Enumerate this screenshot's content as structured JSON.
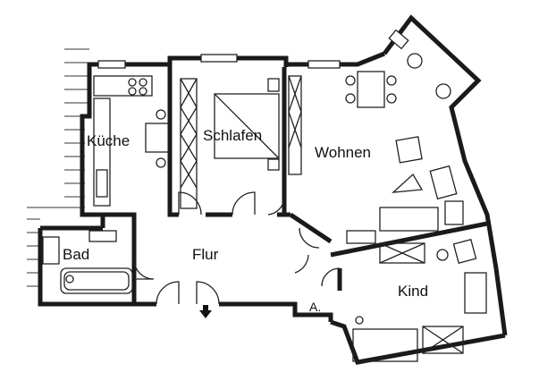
{
  "rooms": {
    "kueche": "Küche",
    "schlafen": "Schlafen",
    "wohnen": "Wohnen",
    "bad": "Bad",
    "flur": "Flur",
    "kind": "Kind",
    "abstell": "A."
  },
  "icons": {
    "entrance": "arrow-up-icon"
  }
}
